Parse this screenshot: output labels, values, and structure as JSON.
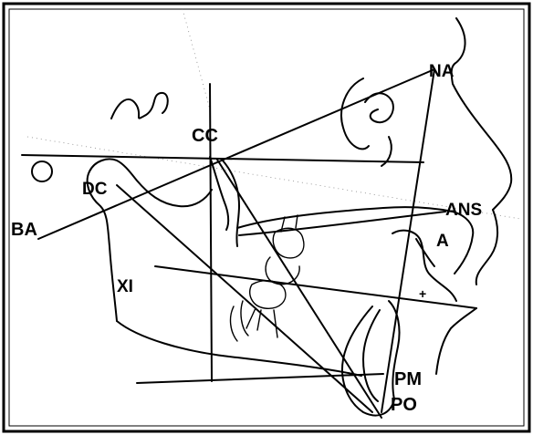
{
  "diagram": {
    "landmarks": {
      "na": "NA",
      "cc": "CC",
      "dc": "DC",
      "ba": "BA",
      "ans": "ANS",
      "a": "A",
      "xi": "XI",
      "pm": "PM",
      "po": "PO",
      "center_mark": "+"
    }
  }
}
